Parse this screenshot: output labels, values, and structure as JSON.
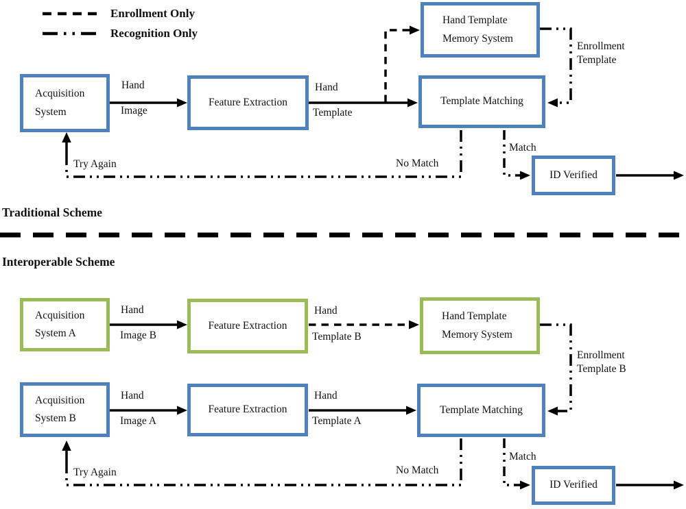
{
  "legend": {
    "items": [
      {
        "label": "Enrollment Only",
        "style": "dashed"
      },
      {
        "label": "Recognition Only",
        "style": "dash-dot-dot"
      }
    ]
  },
  "traditional": {
    "title": "Traditional Scheme",
    "nodes": {
      "acquisition": "Acquisition System",
      "feature": "Feature Extraction",
      "memory": "Hand Template Memory System",
      "matching": "Template Matching",
      "verified": "ID Verified"
    },
    "labels": {
      "hand_image_1": "Hand",
      "hand_image_2": "Image",
      "hand_template_1": "Hand",
      "hand_template_2": "Template",
      "enrollment_1": "Enrollment",
      "enrollment_2": "Template",
      "match": "Match",
      "no_match": "No Match",
      "try_again": "Try Again"
    }
  },
  "interoperable": {
    "title": "Interoperable Scheme",
    "nodes": {
      "acquisition_a": "Acquisition System A",
      "feature_a": "Feature Extraction",
      "memory": "Hand Template Memory System",
      "acquisition_b": "Acquisition System B",
      "feature_b": "Feature Extraction",
      "matching": "Template Matching",
      "verified": "ID Verified"
    },
    "labels": {
      "hand_image_1": "Hand",
      "hand_image_2": "Image B",
      "hand_template_1": "Hand",
      "hand_template_2": "Template B",
      "hand_image_3": "Hand",
      "hand_image_4": "Image A",
      "hand_template_3": "Hand",
      "hand_template_4": "Template A",
      "enrollment_1": "Enrollment",
      "enrollment_2": "Template B",
      "match": "Match",
      "no_match": "No Match",
      "try_again": "Try Again"
    }
  },
  "colors": {
    "node_border_blue": "#4F81BD",
    "node_border_green": "#9BBB59",
    "line": "#000000",
    "text": "#111111",
    "background": "#ffffff"
  }
}
